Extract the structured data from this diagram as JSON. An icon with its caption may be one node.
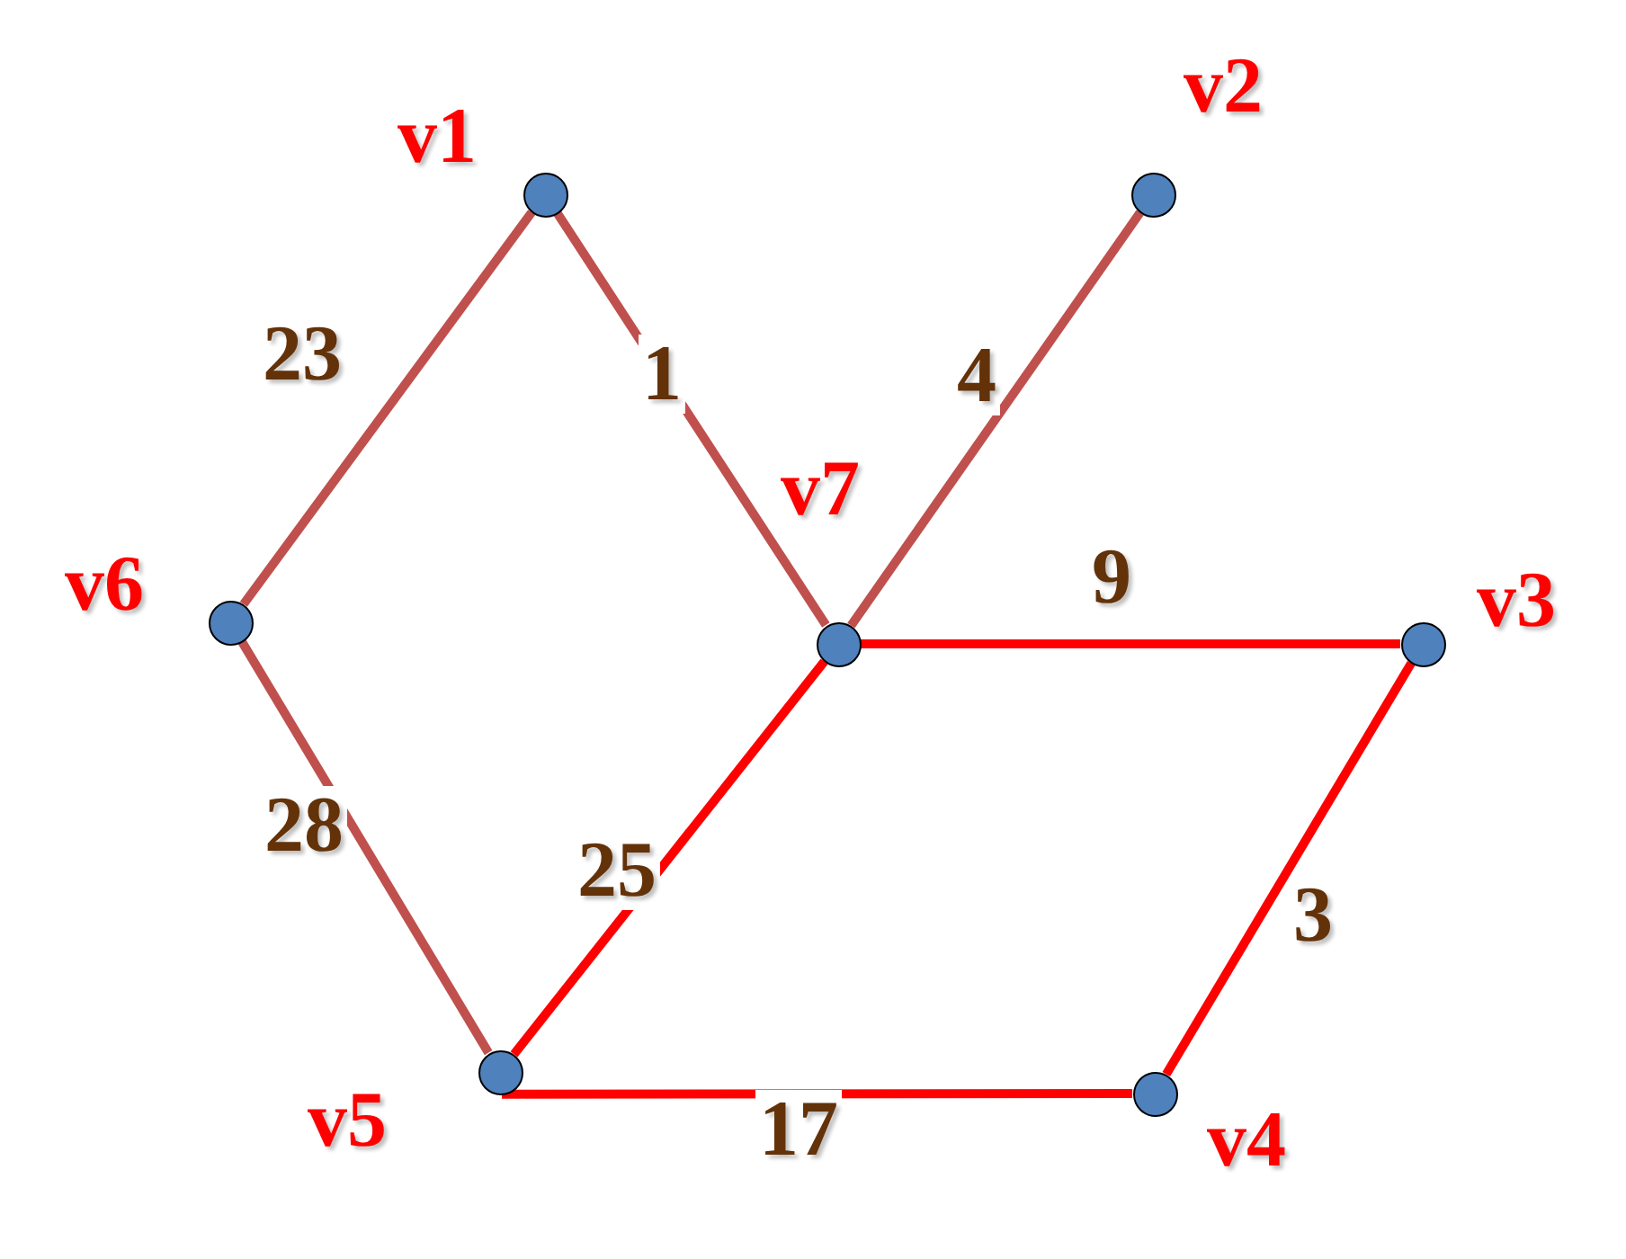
{
  "diagram": {
    "nodes": [
      {
        "text": [],
        "shape": "circle",
        "beside": [
          "v1"
        ]
      },
      {
        "text": [],
        "shape": "circle",
        "beside": [
          "v2"
        ]
      },
      {
        "text": [],
        "shape": "circle",
        "beside": [
          "v6"
        ]
      },
      {
        "text": [],
        "shape": "circle",
        "beside": [
          "v7"
        ]
      },
      {
        "text": [],
        "shape": "circle",
        "beside": [
          "v3"
        ]
      },
      {
        "text": [],
        "shape": "circle",
        "beside": [
          "v5"
        ]
      },
      {
        "text": [],
        "shape": "circle",
        "beside": [
          "v4"
        ]
      }
    ],
    "edges": [
      {
        "from": 0,
        "to": 2,
        "arrow": "none",
        "label": "23"
      },
      {
        "from": 0,
        "to": 3,
        "arrow": "none",
        "label": "1"
      },
      {
        "from": 3,
        "to": 1,
        "arrow": "none",
        "label": "4"
      },
      {
        "from": 3,
        "to": 4,
        "arrow": "none",
        "label": "9",
        "color": "#ff0000"
      },
      {
        "from": 2,
        "to": 5,
        "arrow": "none",
        "label": "28"
      },
      {
        "from": 5,
        "to": 3,
        "arrow": "none",
        "label": "25",
        "color": "#ff0000"
      },
      {
        "from": 4,
        "to": 6,
        "arrow": "none",
        "label": "3",
        "color": "#ff0000"
      },
      {
        "from": 5,
        "to": 6,
        "arrow": "none",
        "label": "17",
        "color": "#ff0000"
      }
    ]
  }
}
